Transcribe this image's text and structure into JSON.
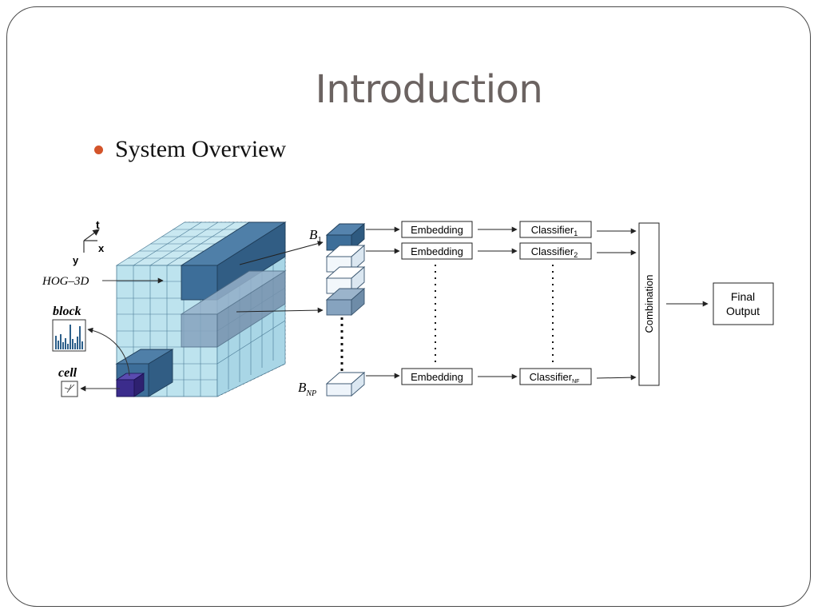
{
  "slide": {
    "title": "Introduction",
    "bullet": "System Overview"
  },
  "diagram": {
    "axes": {
      "t": "t",
      "x": "x",
      "y": "y"
    },
    "labels": {
      "hog": "HOG–3D",
      "block": "block",
      "cell": "cell"
    },
    "block_labels": {
      "first_main": "B",
      "first_sub": "1",
      "last_main": "B",
      "last_sub": "NP"
    },
    "embedding": [
      "Embedding",
      "Embedding",
      "Embedding"
    ],
    "classifiers": [
      {
        "main": "Classifier",
        "sub": "1"
      },
      {
        "main": "Classifier",
        "sub": "2"
      },
      {
        "main": "Classifier",
        "sub": "NF"
      }
    ],
    "combination": "Combination",
    "final_output": [
      "Final",
      "Output"
    ],
    "colors": {
      "title": "#6b6361",
      "bullet": "#d3542a",
      "light_cell": "#bde3ee",
      "dark_block": "#3d6e99",
      "mid_block": "#86a3bf",
      "cell_fill": "#3b2c8c",
      "pale_block": "#eef4fa"
    }
  }
}
